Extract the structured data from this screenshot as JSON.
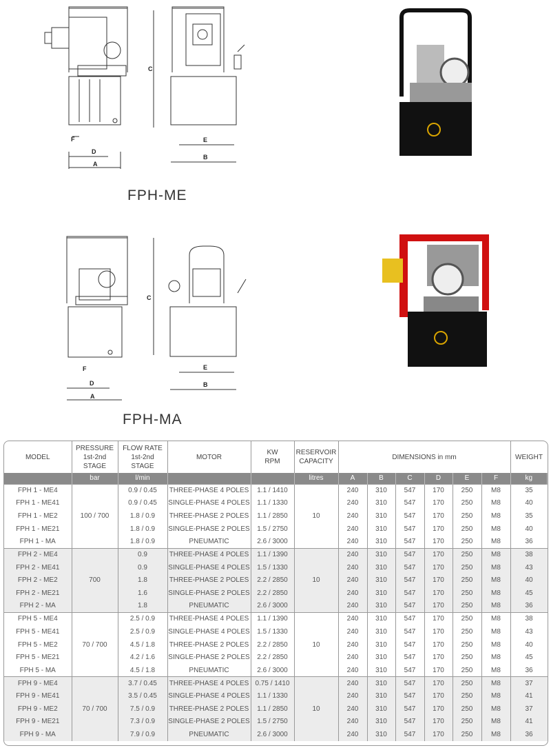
{
  "drawings": [
    {
      "caption": "FPH-ME",
      "dims": [
        "A",
        "B",
        "C",
        "D",
        "E",
        "F"
      ]
    },
    {
      "caption": "FPH-MA",
      "dims": [
        "A",
        "B",
        "C",
        "D",
        "E",
        "F"
      ]
    }
  ],
  "table": {
    "headers": {
      "model": "MODEL",
      "pressure": [
        "PRESSURE",
        "1st-2nd",
        "STAGE"
      ],
      "flow": [
        "FLOW RATE",
        "1st-2nd",
        "STAGE"
      ],
      "motor": "MOTOR",
      "kw": [
        "KW",
        "RPM"
      ],
      "reservoir": [
        "RESERVOIR",
        "CAPACITY"
      ],
      "dimensions": "DIMENSIONS in mm",
      "weight": "WEIGHT"
    },
    "units": [
      "",
      "bar",
      "l/min",
      "",
      "",
      "litres",
      "A",
      "B",
      "C",
      "D",
      "E",
      "F",
      "kg"
    ],
    "groups": [
      {
        "pressure": "100 / 700",
        "reservoir": "10",
        "shaded": false,
        "rows": [
          [
            "FPH 1 - ME4",
            "0.9 / 0.45",
            "THREE-PHASE 4 POLES",
            "1.1 / 1410",
            "240",
            "310",
            "547",
            "170",
            "250",
            "M8",
            "35"
          ],
          [
            "FPH 1 - ME41",
            "0.9 / 0.45",
            "SINGLE-PHASE 4 POLES",
            "1.1 / 1330",
            "240",
            "310",
            "547",
            "170",
            "250",
            "M8",
            "40"
          ],
          [
            "FPH 1 - ME2",
            "1.8 / 0.9",
            "THREE-PHASE 2 POLES",
            "1.1 / 2850",
            "240",
            "310",
            "547",
            "170",
            "250",
            "M8",
            "35"
          ],
          [
            "FPH 1 - ME21",
            "1.8 / 0.9",
            "SINGLE-PHASE 2 POLES",
            "1.5 / 2750",
            "240",
            "310",
            "547",
            "170",
            "250",
            "M8",
            "40"
          ],
          [
            "FPH 1 - MA",
            "1.8 / 0.9",
            "PNEUMATIC",
            "2.6 / 3000",
            "240",
            "310",
            "547",
            "170",
            "250",
            "M8",
            "36"
          ]
        ]
      },
      {
        "pressure": "700",
        "reservoir": "10",
        "shaded": true,
        "rows": [
          [
            "FPH 2 - ME4",
            "0.9",
            "THREE-PHASE 4 POLES",
            "1.1 / 1390",
            "240",
            "310",
            "547",
            "170",
            "250",
            "M8",
            "38"
          ],
          [
            "FPH 2 - ME41",
            "0.9",
            "SINGLE-PHASE 4 POLES",
            "1.5 / 1330",
            "240",
            "310",
            "547",
            "170",
            "250",
            "M8",
            "43"
          ],
          [
            "FPH 2 - ME2",
            "1.8",
            "THREE-PHASE 2 POLES",
            "2.2 / 2850",
            "240",
            "310",
            "547",
            "170",
            "250",
            "M8",
            "40"
          ],
          [
            "FPH 2 - ME21",
            "1.6",
            "SINGLE-PHASE 2 POLES",
            "2.2 / 2850",
            "240",
            "310",
            "547",
            "170",
            "250",
            "M8",
            "45"
          ],
          [
            "FPH 2 - MA",
            "1.8",
            "PNEUMATIC",
            "2.6 / 3000",
            "240",
            "310",
            "547",
            "170",
            "250",
            "M8",
            "36"
          ]
        ]
      },
      {
        "pressure": "70 / 700",
        "reservoir": "10",
        "shaded": false,
        "rows": [
          [
            "FPH 5 - ME4",
            "2.5 / 0.9",
            "THREE-PHASE 4 POLES",
            "1.1 / 1390",
            "240",
            "310",
            "547",
            "170",
            "250",
            "M8",
            "38"
          ],
          [
            "FPH 5 - ME41",
            "2.5 / 0.9",
            "SINGLE-PHASE 4 POLES",
            "1.5 / 1330",
            "240",
            "310",
            "547",
            "170",
            "250",
            "M8",
            "43"
          ],
          [
            "FPH 5 - ME2",
            "4.5 / 1.8",
            "THREE-PHASE 2 POLES",
            "2.2 / 2850",
            "240",
            "310",
            "547",
            "170",
            "250",
            "M8",
            "40"
          ],
          [
            "FPH 5 - ME21",
            "4.2 / 1.6",
            "SINGLE-PHASE 2 POLES",
            "2.2 / 2850",
            "240",
            "310",
            "547",
            "170",
            "250",
            "M8",
            "45"
          ],
          [
            "FPH 5 - MA",
            "4.5 / 1.8",
            "PNEUMATIC",
            "2.6 / 3000",
            "240",
            "310",
            "547",
            "170",
            "250",
            "M8",
            "36"
          ]
        ]
      },
      {
        "pressure": "70 / 700",
        "reservoir": "10",
        "shaded": true,
        "rows": [
          [
            "FPH 9 - ME4",
            "3.7 / 0.45",
            "THREE-PHASE 4 POLES",
            "0.75 / 1410",
            "240",
            "310",
            "547",
            "170",
            "250",
            "M8",
            "37"
          ],
          [
            "FPH 9 - ME41",
            "3.5 / 0.45",
            "SINGLE-PHASE 4 POLES",
            "1.1 / 1330",
            "240",
            "310",
            "547",
            "170",
            "250",
            "M8",
            "41"
          ],
          [
            "FPH 9 - ME2",
            "7.5 / 0.9",
            "THREE-PHASE 2 POLES",
            "1.1 / 2850",
            "240",
            "310",
            "547",
            "170",
            "250",
            "M8",
            "37"
          ],
          [
            "FPH 9 - ME21",
            "7.3 / 0.9",
            "SINGLE-PHASE 2 POLES",
            "1.5 / 2750",
            "240",
            "310",
            "547",
            "170",
            "250",
            "M8",
            "41"
          ],
          [
            "FPH 9 - MA",
            "7.9 / 0.9",
            "PNEUMATIC",
            "2.6 / 3000",
            "240",
            "310",
            "547",
            "170",
            "250",
            "M8",
            "36"
          ]
        ]
      }
    ]
  }
}
